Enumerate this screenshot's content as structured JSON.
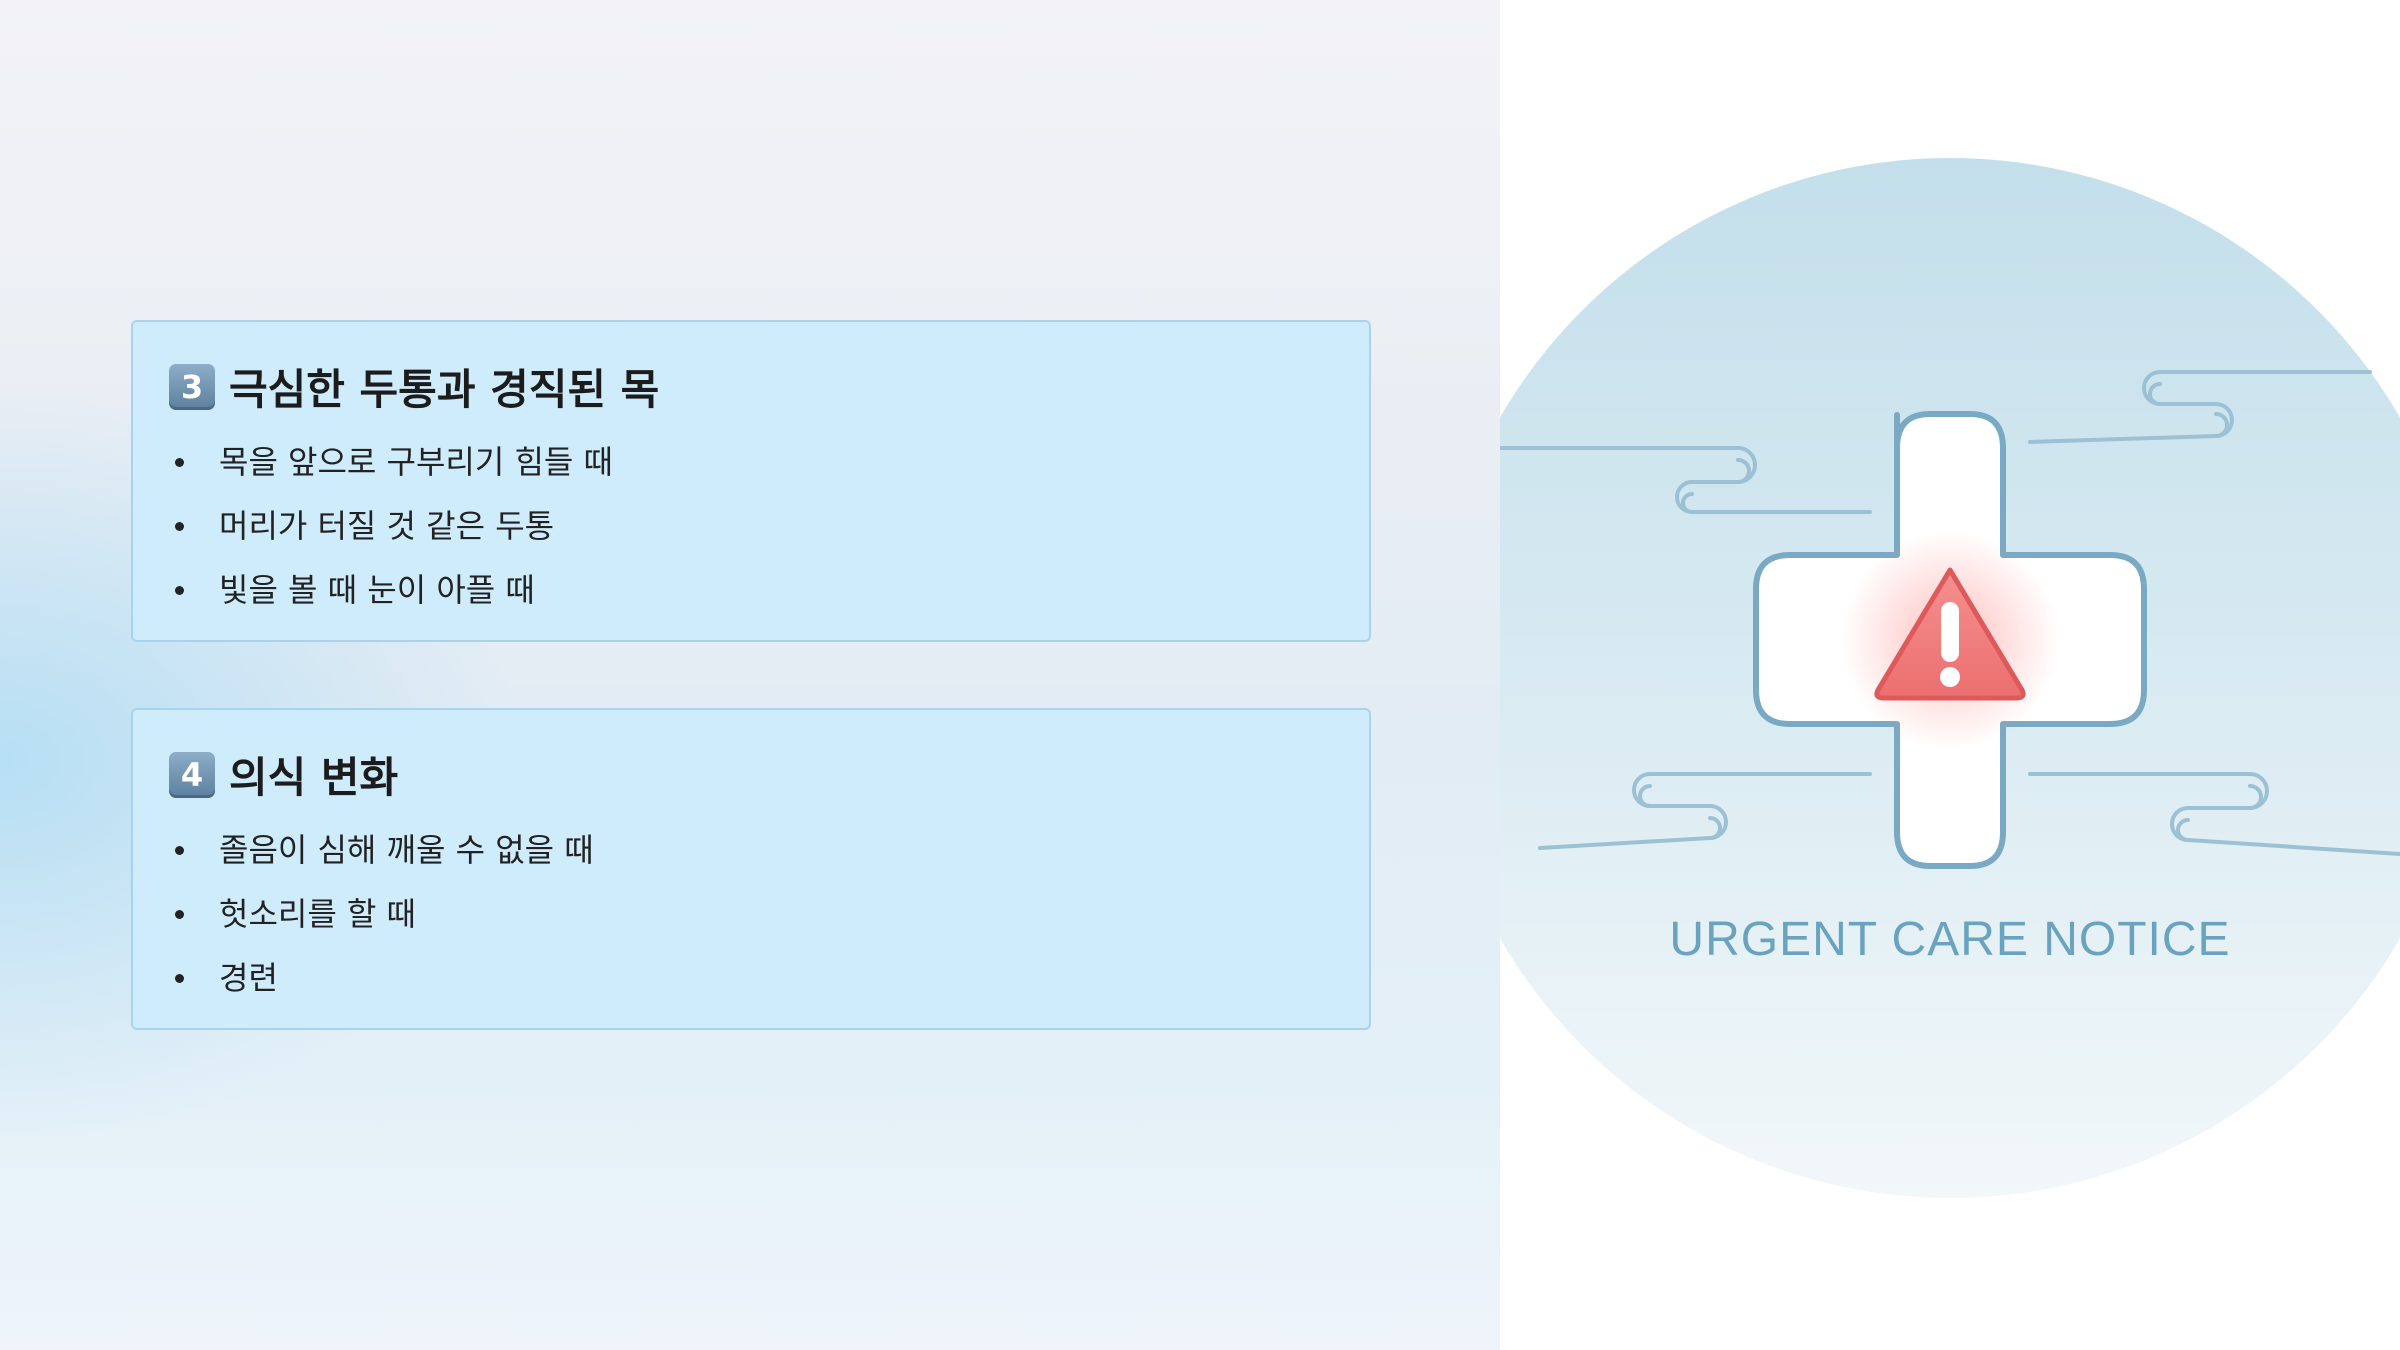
{
  "sections": [
    {
      "number": "3",
      "title": "극심한 두통과 경직된 목",
      "items": [
        "목을 앞으로 구부리기 힘들 때",
        "머리가 터질 것 같은 두통",
        "빛을 볼 때 눈이 아플 때"
      ]
    },
    {
      "number": "4",
      "title": "의식 변화",
      "items": [
        "졸음이 심해 깨울 수 없을 때",
        "헛소리를 할 때",
        "경련"
      ]
    }
  ],
  "illustration": {
    "label": "URGENT CARE NOTICE",
    "icons": [
      "medical-cross-icon",
      "warning-triangle-icon",
      "cloud-swirl-icon"
    ],
    "colors": {
      "circle": "#cfe6f0",
      "cross_border": "#7aa9c4",
      "warning": "#ef6b6b",
      "label": "#6aa3bf"
    }
  }
}
